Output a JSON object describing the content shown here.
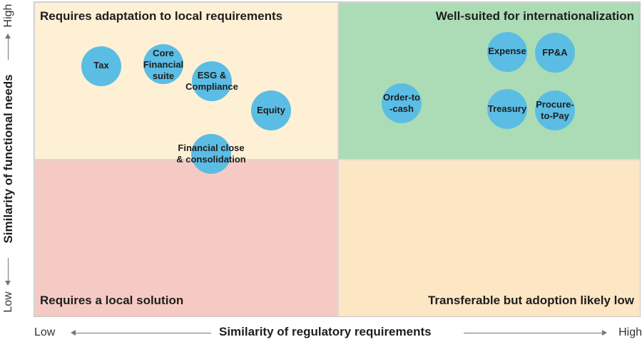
{
  "quadrants": {
    "top_left": {
      "label": "Requires adaptation to local requirements",
      "color": "#fdf0d5"
    },
    "top_right": {
      "label": "Well-suited for internationalization",
      "color": "#acdcb6"
    },
    "bottom_left": {
      "label": "Requires a local solution",
      "color": "#f6cac4"
    },
    "bottom_right": {
      "label": "Transferable but adoption likely low",
      "color": "#fde6c4"
    }
  },
  "bubble_color": "#5bbde4",
  "x_axis": {
    "title": "Similarity of regulatory requirements",
    "low": "Low",
    "high": "High"
  },
  "y_axis": {
    "title": "Similarity of functional needs",
    "low": "Low",
    "high": "High"
  },
  "items": [
    {
      "label": "Tax"
    },
    {
      "label": "Core\nFinancial\nsuite"
    },
    {
      "label": "ESG &\nCompliance"
    },
    {
      "label": "Equity"
    },
    {
      "label": "Financial close\n& consolidation"
    },
    {
      "label": "Order-to\n-cash"
    },
    {
      "label": "Expense"
    },
    {
      "label": "FP&A"
    },
    {
      "label": "Treasury"
    },
    {
      "label": "Procure-\nto-Pay"
    }
  ]
}
